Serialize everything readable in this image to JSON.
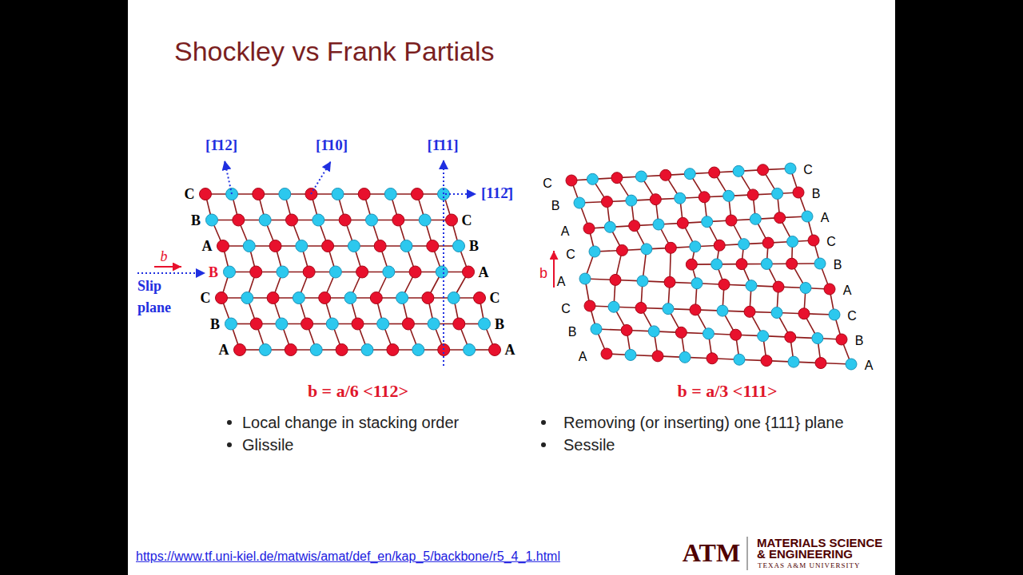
{
  "diagram": {
    "title": "Shockley vs Frank Partials",
    "labels": [
      "[1̄12]",
      "[1̄10]",
      "[1̄11]",
      "[112̄]",
      "C",
      "B",
      "A",
      "b",
      "B",
      "Slip plane",
      "C",
      "B",
      "A",
      "C",
      "B",
      "A",
      "C",
      "B",
      "A",
      "C",
      "B",
      "A",
      "C",
      "b",
      "A",
      "C",
      "B",
      "A",
      "C",
      "B",
      "A",
      "C",
      "B",
      "A",
      "C",
      "B",
      "A",
      "b = a/6 <112>",
      "b = a/3 <111>",
      "Local change in stacking order",
      "Glissile",
      "Removing (or inserting) one {111} plane",
      "Sessile",
      "https://www.tf.uni-kiel.de/matwis/amat/def_en/kap_5/backbone/r5_4_1.html",
      "ATM",
      "MATERIALS SCIENCE",
      "& ENGINEERING",
      "TEXAS A&M UNIVERSITY"
    ]
  }
}
